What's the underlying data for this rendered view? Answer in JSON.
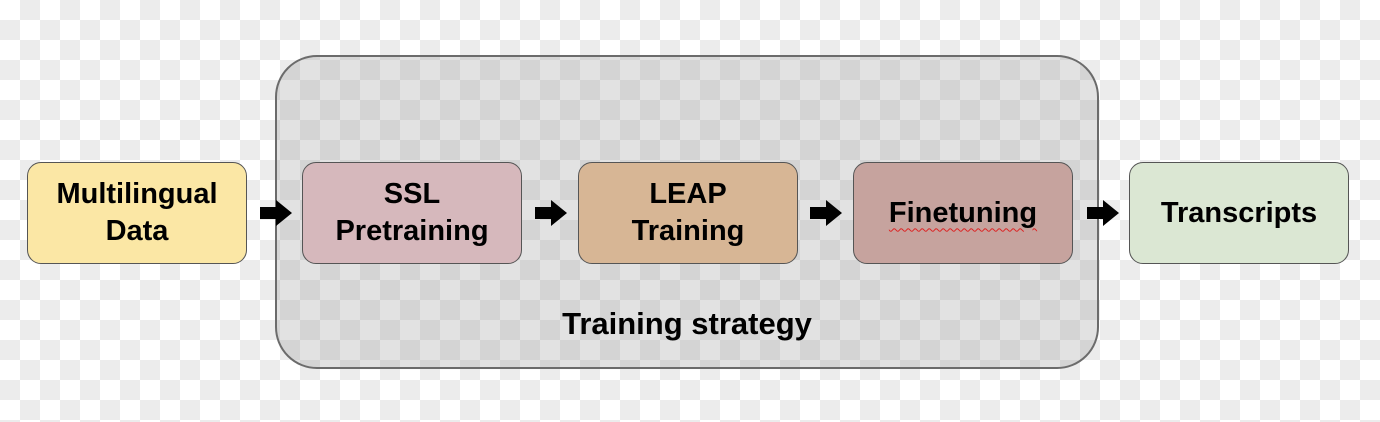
{
  "diagram": {
    "group": {
      "label": "Training strategy"
    },
    "nodes": [
      {
        "id": "multilingual-data",
        "label": "Multilingual\nData",
        "color": "#fbe7a5"
      },
      {
        "id": "ssl-pretraining",
        "label": "SSL\nPretraining",
        "color": "#d6b8bc"
      },
      {
        "id": "leap-training",
        "label": "LEAP\nTraining",
        "color": "#d7b695"
      },
      {
        "id": "finetuning",
        "label": "Finetuning",
        "color": "#c6a39e"
      },
      {
        "id": "transcripts",
        "label": "Transcripts",
        "color": "#dbe7d3"
      }
    ],
    "edges": [
      {
        "from": "multilingual-data",
        "to": "ssl-pretraining"
      },
      {
        "from": "ssl-pretraining",
        "to": "leap-training"
      },
      {
        "from": "leap-training",
        "to": "finetuning"
      },
      {
        "from": "finetuning",
        "to": "transcripts"
      }
    ],
    "colors": {
      "group_fill": "#c8c8c8",
      "group_border": "#6b6b6b",
      "node_border": "#555555",
      "arrow": "#000000"
    }
  }
}
